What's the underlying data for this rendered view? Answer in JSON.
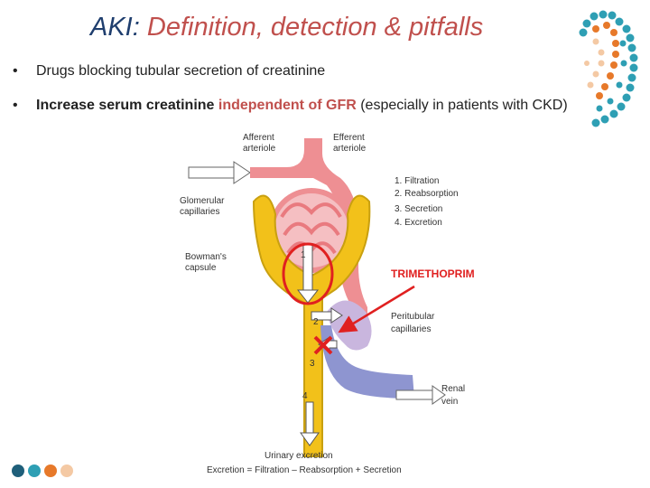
{
  "slide": {
    "title_prefix": "AKI:",
    "title_rest": "Definition, detection & pitfalls",
    "bullets": {
      "b1": "Drugs blocking tubular secretion of creatinine",
      "b2_part1": "Increase serum creatinine",
      "b2_highlight": "independent of GFR",
      "b2_part2": "(especially in patients with CKD)"
    }
  },
  "diagram": {
    "afferent_1": "Afferent",
    "afferent_2": "arteriole",
    "efferent_1": "Efferent",
    "efferent_2": "arteriole",
    "glom_1": "Glomerular",
    "glom_2": "capillaries",
    "bowman_1": "Bowman's",
    "bowman_2": "capsule",
    "steps": [
      "1. Filtration",
      "2. Reabsorption",
      "3. Secretion",
      "4. Excretion"
    ],
    "drug": "TRIMETHOPRIM",
    "peri_1": "Peritubular",
    "peri_2": "capillaries",
    "renal_1": "Renal",
    "renal_2": "vein",
    "num_1": "1",
    "num_2": "2",
    "num_3": "3",
    "num_4": "4",
    "urinary": "Urinary excretion",
    "equation": "Excretion = Filtration – Reabsorption + Secretion"
  },
  "colors": {
    "title_dark": "#1f3e6e",
    "title_red": "#c0504d",
    "vessel_red": "#ee8f93",
    "vessel_red_light": "#f5bfc2",
    "tubule_yellow": "#f2c11a",
    "vein_blue": "#8e95d0",
    "marker_red": "#e02020"
  }
}
